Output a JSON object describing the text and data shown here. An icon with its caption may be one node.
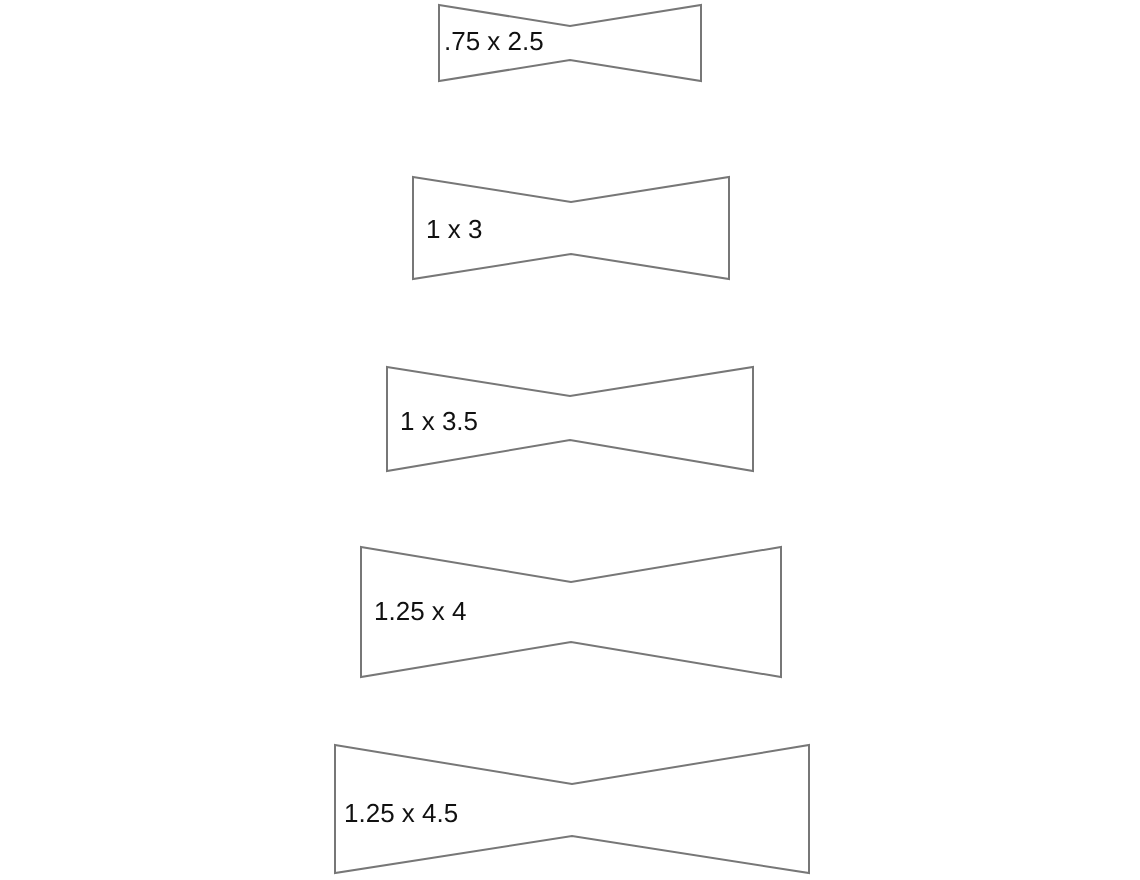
{
  "diagram": {
    "nodes": [
      {
        "text": [
          ".75 x 2.5"
        ]
      },
      {
        "text": [
          "1 x 3"
        ]
      },
      {
        "text": [
          "1 x 3.5"
        ]
      },
      {
        "text": [
          "1.25 x 4"
        ]
      },
      {
        "text": [
          "1.25 x 4.5"
        ]
      }
    ]
  }
}
